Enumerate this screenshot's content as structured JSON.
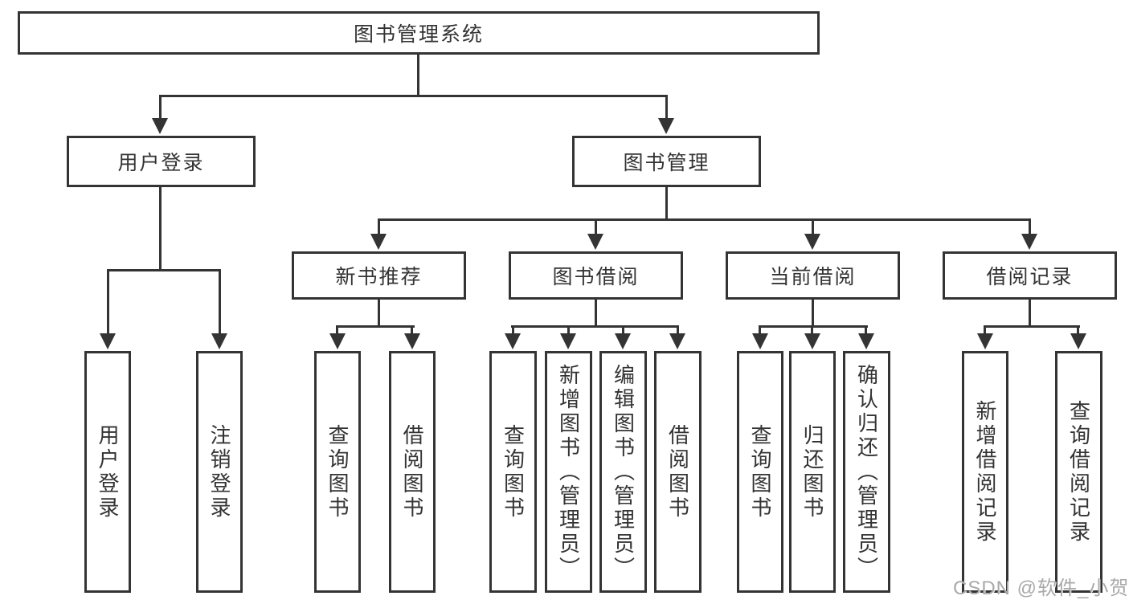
{
  "diagram_title": "图书管理系统",
  "watermark": "CSDN @软件_小贺同学",
  "colors": {
    "line": "#343434",
    "box_border": "#343434",
    "text": "#333333",
    "watermark_text": "#a9a9a9",
    "background": "#ffffff"
  },
  "tree": {
    "root": {
      "label": "图书管理系统"
    },
    "branches": [
      {
        "label": "用户登录",
        "children": [
          {
            "label": "用户登录"
          },
          {
            "label": "注销登录"
          }
        ]
      },
      {
        "label": "图书管理",
        "children": [
          {
            "label": "新书推荐",
            "children": [
              {
                "label": "查询图书"
              },
              {
                "label": "借阅图书"
              }
            ]
          },
          {
            "label": "图书借阅",
            "children": [
              {
                "label": "查询图书"
              },
              {
                "label": "新增图书（管理员）"
              },
              {
                "label": "编辑图书（管理员）"
              },
              {
                "label": "借阅图书"
              }
            ]
          },
          {
            "label": "当前借阅",
            "children": [
              {
                "label": "查询图书"
              },
              {
                "label": "归还图书"
              },
              {
                "label": "确认归还（管理员）"
              }
            ]
          },
          {
            "label": "借阅记录",
            "children": [
              {
                "label": "新增借阅记录"
              },
              {
                "label": "查询借阅记录"
              }
            ]
          }
        ]
      }
    ]
  }
}
